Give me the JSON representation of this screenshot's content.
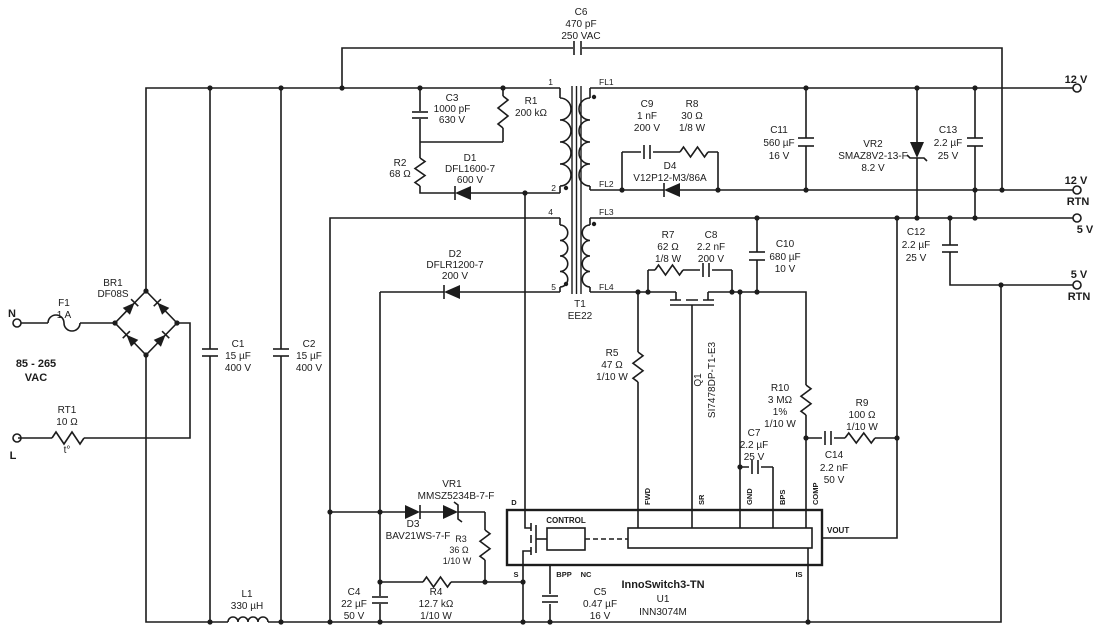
{
  "colors": {
    "ink": "#1c1c1c",
    "background": "#ffffff"
  },
  "labels": {
    "c6": [
      "C6",
      "470 pF",
      "250 VAC"
    ],
    "c3": [
      "C3",
      "1000 pF",
      "630 V"
    ],
    "r1": [
      "R1",
      "200 kΩ"
    ],
    "r2": [
      "R2",
      "68 Ω"
    ],
    "d1": [
      "D1",
      "DFL1600-7",
      "600 V"
    ],
    "c9": [
      "C9",
      "1 nF",
      "200 V"
    ],
    "r8": [
      "R8",
      "30 Ω",
      "1/8 W"
    ],
    "d4": [
      "D4",
      "V12P12-M3/86A"
    ],
    "c11": [
      "C11",
      "560 µF",
      "16 V"
    ],
    "vr2": [
      "VR2",
      "SMAZ8V2-13-F",
      "8.2 V"
    ],
    "c13": [
      "C13",
      "2.2 µF",
      "25 V"
    ],
    "c12": [
      "C12",
      "2.2 µF",
      "25 V"
    ],
    "r7": [
      "R7",
      "62 Ω",
      "1/8 W"
    ],
    "c8": [
      "C8",
      "2.2 nF",
      "200 V"
    ],
    "c10": [
      "C10",
      "680 µF",
      "10 V"
    ],
    "d2": [
      "D2",
      "DFLR1200-7",
      "200 V"
    ],
    "br1": [
      "BR1",
      "DF08S"
    ],
    "f1": [
      "F1",
      "1 A"
    ],
    "rt1": [
      "RT1",
      "10 Ω",
      "t°"
    ],
    "c1": [
      "C1",
      "15 µF",
      "400 V"
    ],
    "c2": [
      "C2",
      "15 µF",
      "400 V"
    ],
    "r5": [
      "R5",
      "47 Ω",
      "1/10 W"
    ],
    "q1": [
      "Q1",
      "SI7478DP-T1-E3"
    ],
    "r10": [
      "R10",
      "3 MΩ",
      "1%",
      "1/10 W"
    ],
    "r9": [
      "R9",
      "100 Ω",
      "1/10 W"
    ],
    "c7": [
      "C7",
      "2.2 µF",
      "25 V"
    ],
    "c14": [
      "C14",
      "2.2 nF",
      "50 V"
    ],
    "vr1": [
      "VR1",
      "MMSZ5234B-7-F"
    ],
    "d3": [
      "D3",
      "BAV21WS-7-F"
    ],
    "r3": [
      "R3",
      "36 Ω",
      "1/10 W"
    ],
    "c4": [
      "C4",
      "22 µF",
      "50 V"
    ],
    "r4": [
      "R4",
      "12.7 kΩ",
      "1/10 W"
    ],
    "c5": [
      "C5",
      "0.47 µF",
      "16 V"
    ],
    "l1": [
      "L1",
      "330 µH"
    ],
    "t1": [
      "T1",
      "EE22"
    ]
  },
  "transformer_pins": {
    "p1": "1",
    "p2": "2",
    "p4": "4",
    "p5": "5",
    "fl1": "FL1",
    "fl2": "FL2",
    "fl3": "FL3",
    "fl4": "FL4"
  },
  "ic": {
    "title": "InnoSwitch3-TN",
    "ref": "U1",
    "part": "INN3074M",
    "control": "CONTROL",
    "pin_d": "D",
    "pin_s": "S",
    "pin_bpp": "BPP",
    "pin_nc": "NC",
    "pin_fwd": "FWD",
    "pin_sr": "SR",
    "pin_gnd": "GND",
    "pin_bps": "BPS",
    "pin_comp": "COMP",
    "pin_vout": "VOUT",
    "pin_is": "IS"
  },
  "io": {
    "n": "N",
    "l": "L",
    "vac": [
      "85 - 265",
      "VAC"
    ],
    "v12": "12 V",
    "v12_rtn": [
      "12 V",
      "RTN"
    ],
    "v5": "5 V",
    "v5_rtn": [
      "5 V",
      "RTN"
    ]
  }
}
